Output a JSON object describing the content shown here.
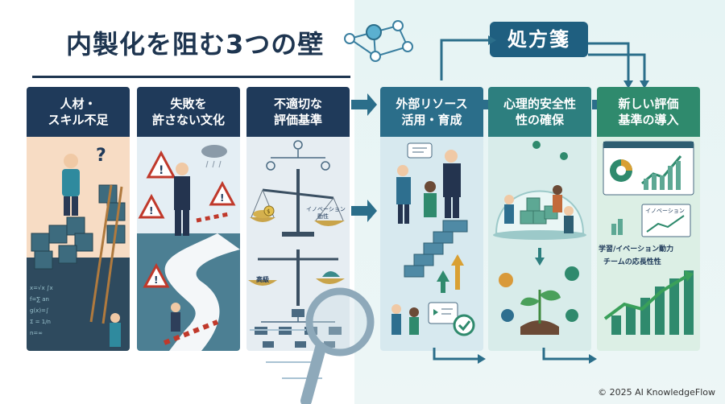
{
  "title": "内製化を阻む3つの壁",
  "prescription": "処方箋",
  "barriers": [
    {
      "line1": "人材・",
      "line2": "スキル不足"
    },
    {
      "line1": "失敗を",
      "line2": "許さない文化"
    },
    {
      "line1": "不適切な",
      "line2": "評価基準"
    }
  ],
  "solutions": [
    {
      "line1": "外部リソース",
      "line2": "活用・育成"
    },
    {
      "line1": "心理的安全性",
      "line2": "性の確保"
    },
    {
      "line1": "新しい評価",
      "line2": "基準の導入"
    }
  ],
  "labels": {
    "innovation_line1": "イノベーション",
    "innovation_line2": "動性",
    "high_score": "高級",
    "question_mark": "?",
    "chart_innovation": "イノベーション",
    "learning_line1": "学習/イベーション動力",
    "learning_line2": "チームの応長性性"
  },
  "copyright": "© 2025 AI KnowledgeFlow",
  "colors": {
    "title_dark": "#1e3550",
    "barrier_head": "#1f3a5a",
    "solution_head_1": "#2b6e8a",
    "solution_head_2": "#2d7f7f",
    "solution_head_3": "#2f8a6d",
    "arrow": "#2b6e8a"
  }
}
